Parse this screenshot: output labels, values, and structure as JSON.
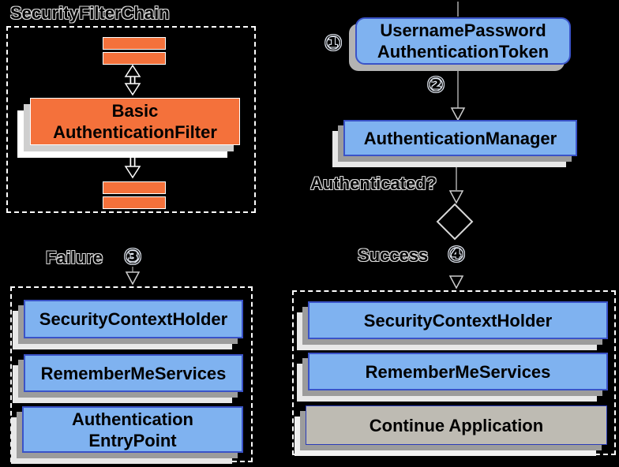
{
  "colors": {
    "background": "#000000",
    "box_blue": "#7FB2F0",
    "box_blue_border": "#3A53C8",
    "box_orange": "#F4713B",
    "box_tan": "#BEBBB3",
    "shadow_gray": "#9C9C9C",
    "shadow_light": "#E8E8E8",
    "dashed_border": "#FFFFFF",
    "connector_gray": "#AAAAAA"
  },
  "filter_chain": {
    "title": "SecurityFilterChain",
    "filter_line1": "Basic",
    "filter_line2": "AuthenticationFilter"
  },
  "flow": {
    "step1_badge": "①",
    "token_line1": "UsernamePassword",
    "token_line2": "AuthenticationToken",
    "step2_badge": "②",
    "manager_label": "AuthenticationManager",
    "question_label": "Authenticated?",
    "failure_label": "Failure",
    "step3_badge": "③",
    "success_label": "Success",
    "step4_badge": "④"
  },
  "failure_branch": {
    "box1": "SecurityContextHolder",
    "box2": "RememberMeServices",
    "box3_line1": "Authentication",
    "box3_line2": "EntryPoint"
  },
  "success_branch": {
    "box1": "SecurityContextHolder",
    "box2": "RememberMeServices",
    "box3": "Continue Application"
  }
}
